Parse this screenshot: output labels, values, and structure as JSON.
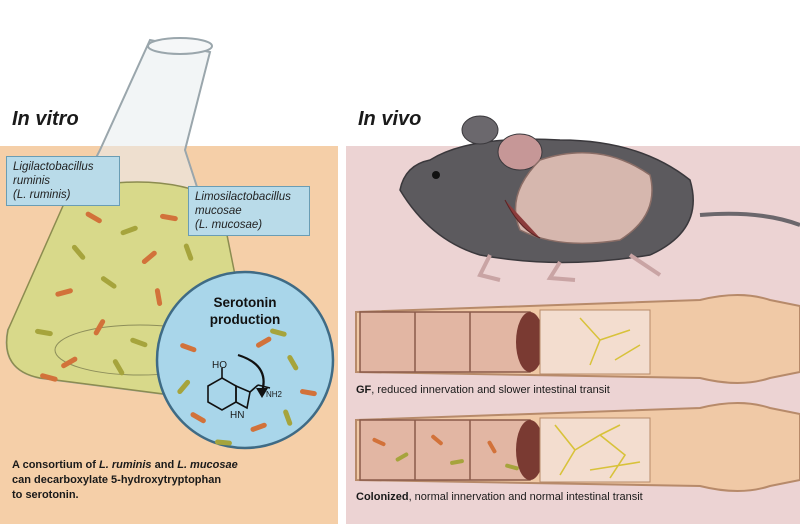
{
  "in_vitro": {
    "heading": "In vitro",
    "species_1": {
      "line1": "Ligilactobacillus",
      "line2": "ruminis",
      "line3": "(L. ruminis)"
    },
    "species_2": {
      "line1": "Limosilactobacillus",
      "line2": "mucosae",
      "line3": "(L. mucosae)"
    },
    "production": {
      "line1": "Serotonin",
      "line2": "production"
    },
    "molecule": {
      "oh": "HO",
      "nh": "HN",
      "nh2": "NH2"
    },
    "caption": {
      "line1_a": "A consortium of ",
      "line1_b": "L. ruminis",
      "line1_c": " and ",
      "line1_d": "L. mucosae",
      "line2": "can decarboxylate 5-hydroxytryptophan",
      "line3": "to serotonin."
    }
  },
  "in_vivo": {
    "heading": "In vivo",
    "gf_caption": {
      "bold": "GF",
      "rest": ", reduced innervation and slower intestinal transit"
    },
    "col_caption": {
      "bold": "Colonized",
      "rest": ", normal innervation and normal intestinal transit"
    }
  },
  "colors": {
    "vitro_bg": "#f5cfa8",
    "vivo_bg": "#ecd3d3",
    "liquid": "#d8d98a",
    "circle": "#a9d6ea",
    "mouse": "#5c5a5e",
    "intestine": "#f0c9a6"
  }
}
